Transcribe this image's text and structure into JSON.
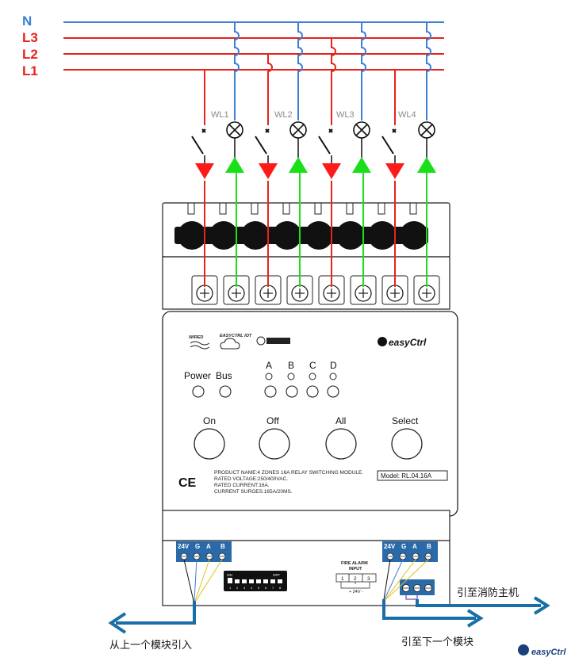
{
  "lines": {
    "n": "N",
    "l3": "L3",
    "l2": "L2",
    "l1": "L1"
  },
  "loads": [
    "WL1",
    "WL2",
    "WL3",
    "WL4"
  ],
  "logos": {
    "wired": "WIRED",
    "easyctrl_iot": "EASYCTRL IOT",
    "brand": "easyCtrl"
  },
  "indicators": {
    "power": "Power",
    "bus": "Bus",
    "channels": [
      "A",
      "B",
      "C",
      "D"
    ]
  },
  "buttons": {
    "on": "On",
    "off": "Off",
    "all": "All",
    "select": "Select"
  },
  "ce_mark": "CE",
  "specs": [
    "PRODUCT NAME:4 ZONES 16A RELAY SWITCHING MODULE.",
    "RATED VOLTAGE:250/400VAC.",
    "RATED CURRENT:16A.",
    "CURRENT SURGES:165A/20MS."
  ],
  "model": "Model: RL.04.16A",
  "bus_terminals": [
    "24V",
    "G",
    "A",
    "B"
  ],
  "fire_alarm": {
    "title": "FIRE ALARM",
    "subtitle": "INPUT",
    "pins": [
      "1",
      "2",
      "3"
    ],
    "voltage": "+ 24V -"
  },
  "dip": {
    "on": "ON",
    "off": "OFF",
    "numbers": [
      "1",
      "2",
      "3",
      "4",
      "5",
      "6",
      "7",
      "8"
    ]
  },
  "annotations": {
    "from_prev": "从上一个模块引入",
    "to_next": "引至下一个模块",
    "to_fire_host": "引至消防主机"
  },
  "colors": {
    "line": "#e8231a",
    "neutral": "#3b7fd6",
    "live_arrow": "#ff1a1a",
    "return_arrow": "#19e019",
    "bus_arrow": "#1a6ea8",
    "terminal_block": "#2a6aa8"
  }
}
